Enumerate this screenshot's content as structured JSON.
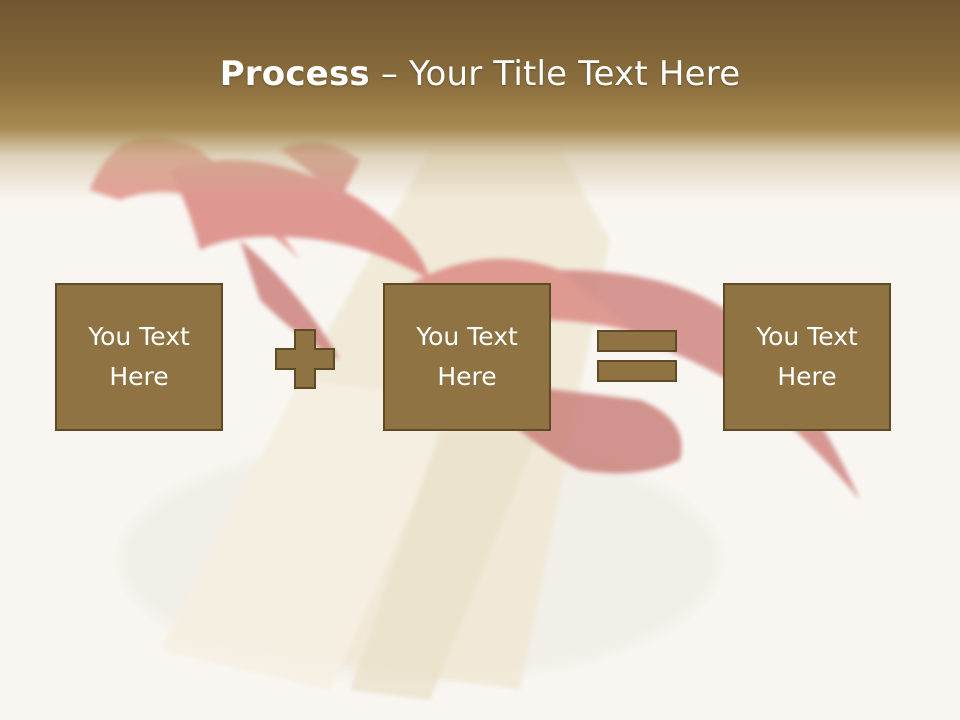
{
  "slide": {
    "title_bold": "Process",
    "title_rest": " – Your Title Text Here",
    "boxes": [
      {
        "text": "You Text Here"
      },
      {
        "text": "You Text Here"
      },
      {
        "text": "You Text Here"
      }
    ],
    "operators": [
      "plus-icon",
      "equals-icon"
    ]
  },
  "colors": {
    "header": "#8a6d3c",
    "box_fill": "#8f7342",
    "box_border": "#5f4a26",
    "ribbon": "#c0392b",
    "background": "#f8f6f1"
  }
}
